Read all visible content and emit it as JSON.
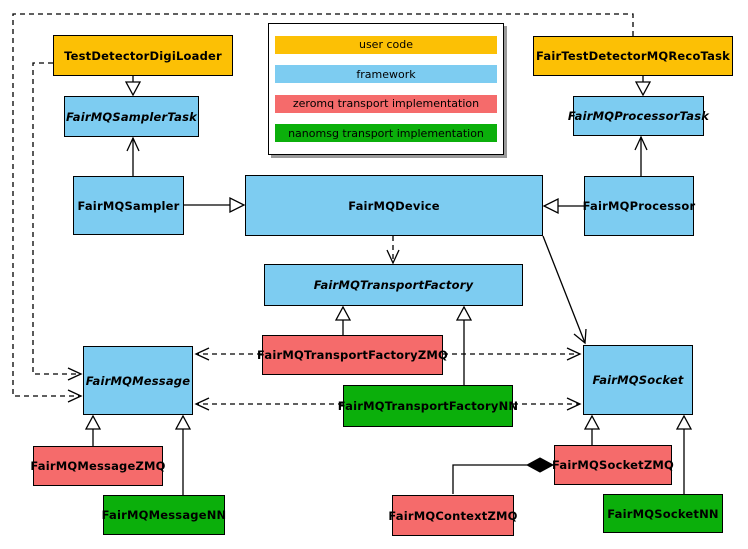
{
  "diagram": {
    "nodes": [
      {
        "id": "TestDetectorDigiLoader",
        "label": "TestDetectorDigiLoader",
        "category": "user code"
      },
      {
        "id": "FairTestDetectorMQRecoTask",
        "label": "FairTestDetectorMQRecoTask",
        "category": "user code"
      },
      {
        "id": "FairMQSamplerTask",
        "label": "FairMQSamplerTask",
        "category": "framework"
      },
      {
        "id": "FairMQProcessorTask",
        "label": "FairMQProcessorTask",
        "category": "framework"
      },
      {
        "id": "FairMQSampler",
        "label": "FairMQSampler",
        "category": "framework"
      },
      {
        "id": "FairMQDevice",
        "label": "FairMQDevice",
        "category": "framework"
      },
      {
        "id": "FairMQProcessor",
        "label": "FairMQProcessor",
        "category": "framework"
      },
      {
        "id": "FairMQTransportFactory",
        "label": "FairMQTransportFactory",
        "category": "framework"
      },
      {
        "id": "FairMQTransportFactoryZMQ",
        "label": "FairMQTransportFactoryZMQ",
        "category": "zeromq transport implementation"
      },
      {
        "id": "FairMQTransportFactoryNN",
        "label": "FairMQTransportFactoryNN",
        "category": "nanomsg transport implementation"
      },
      {
        "id": "FairMQMessage",
        "label": "FairMQMessage",
        "category": "framework"
      },
      {
        "id": "FairMQSocket",
        "label": "FairMQSocket",
        "category": "framework"
      },
      {
        "id": "FairMQMessageZMQ",
        "label": "FairMQMessageZMQ",
        "category": "zeromq transport implementation"
      },
      {
        "id": "FairMQMessageNN",
        "label": "FairMQMessageNN",
        "category": "nanomsg transport implementation"
      },
      {
        "id": "FairMQContextZMQ",
        "label": "FairMQContextZMQ",
        "category": "zeromq transport implementation"
      },
      {
        "id": "FairMQSocketZMQ",
        "label": "FairMQSocketZMQ",
        "category": "zeromq transport implementation"
      },
      {
        "id": "FairMQSocketNN",
        "label": "FairMQSocketNN",
        "category": "nanomsg transport implementation"
      }
    ],
    "legend": {
      "items": [
        {
          "label": "user code",
          "color": "#fcc005"
        },
        {
          "label": "framework",
          "color": "#7dccf1"
        },
        {
          "label": "zeromq transport implementation",
          "color": "#f56b6b"
        },
        {
          "label": "nanomsg transport implementation",
          "color": "#0baf0b"
        }
      ]
    },
    "edges": [
      {
        "from": "TestDetectorDigiLoader",
        "to": "FairMQSamplerTask",
        "kind": "solid-hollow-triangle"
      },
      {
        "from": "FairTestDetectorMQRecoTask",
        "to": "FairMQProcessorTask",
        "kind": "solid-hollow-triangle"
      },
      {
        "from": "FairMQSampler",
        "to": "FairMQSamplerTask",
        "kind": "solid-open-arrow"
      },
      {
        "from": "FairMQProcessor",
        "to": "FairMQProcessorTask",
        "kind": "solid-open-arrow"
      },
      {
        "from": "FairMQSampler",
        "to": "FairMQDevice",
        "kind": "solid-hollow-triangle"
      },
      {
        "from": "FairMQProcessor",
        "to": "FairMQDevice",
        "kind": "solid-hollow-triangle"
      },
      {
        "from": "FairMQDevice",
        "to": "FairMQTransportFactory",
        "kind": "dashed-open-arrow"
      },
      {
        "from": "FairMQDevice",
        "to": "FairMQSocket",
        "kind": "solid-open-arrow"
      },
      {
        "from": "FairMQTransportFactoryZMQ",
        "to": "FairMQTransportFactory",
        "kind": "solid-hollow-triangle"
      },
      {
        "from": "FairMQTransportFactoryNN",
        "to": "FairMQTransportFactory",
        "kind": "solid-hollow-triangle"
      },
      {
        "from": "FairMQTransportFactoryZMQ",
        "to": "FairMQMessage",
        "kind": "dashed-open-arrow"
      },
      {
        "from": "FairMQTransportFactoryZMQ",
        "to": "FairMQSocket",
        "kind": "dashed-open-arrow"
      },
      {
        "from": "FairMQTransportFactoryNN",
        "to": "FairMQMessage",
        "kind": "dashed-open-arrow"
      },
      {
        "from": "FairMQTransportFactoryNN",
        "to": "FairMQSocket",
        "kind": "dashed-open-arrow"
      },
      {
        "from": "FairMQMessageZMQ",
        "to": "FairMQMessage",
        "kind": "solid-hollow-triangle"
      },
      {
        "from": "FairMQMessageNN",
        "to": "FairMQMessage",
        "kind": "solid-hollow-triangle"
      },
      {
        "from": "FairMQSocketZMQ",
        "to": "FairMQSocket",
        "kind": "solid-hollow-triangle"
      },
      {
        "from": "FairMQSocketNN",
        "to": "FairMQSocket",
        "kind": "solid-hollow-triangle"
      },
      {
        "from": "TestDetectorDigiLoader",
        "to": "FairMQMessage",
        "kind": "dashed-open-arrow"
      },
      {
        "from": "FairTestDetectorMQRecoTask",
        "to": "FairMQMessage",
        "kind": "dashed-open-arrow"
      },
      {
        "from": "FairMQContextZMQ",
        "to": "FairMQSocketZMQ",
        "kind": "composition-filled-diamond"
      }
    ],
    "colors": {
      "user_code": "#fcc005",
      "framework": "#7dccf1",
      "zeromq": "#f56b6b",
      "nanomsg": "#0baf0b",
      "line": "#000000",
      "background": "#ffffff"
    }
  }
}
